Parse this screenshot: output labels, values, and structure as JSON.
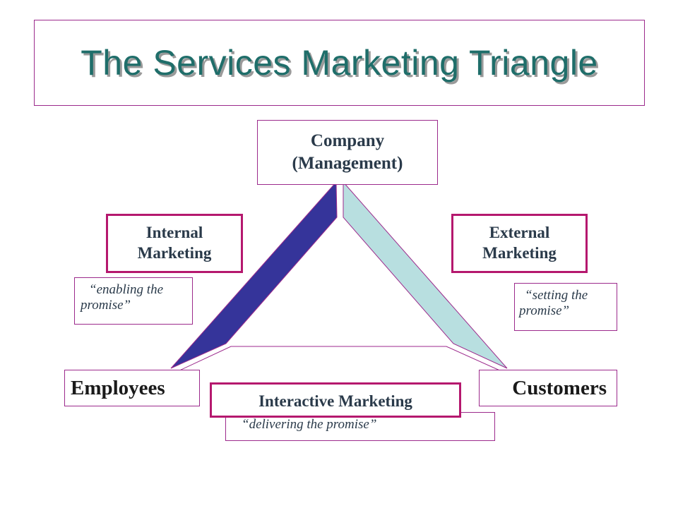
{
  "title": "The Services Marketing Triangle",
  "nodes": {
    "company_line1": "Company",
    "company_line2": "(Management)",
    "employees": "Employees",
    "customers": "Customers"
  },
  "marketing": {
    "internal_line1": "Internal",
    "internal_line2": "Marketing",
    "external_line1": "External",
    "external_line2": "Marketing",
    "interactive": "Interactive Marketing"
  },
  "quotes": {
    "enabling_line1": "“enabling the",
    "enabling_line2": "promise”",
    "setting_line1": "“setting the",
    "setting_line2": "promise”",
    "delivering": "“delivering the promise”"
  },
  "colors": {
    "left_side": "#35349a",
    "right_side": "#b8dfe0",
    "outline": "#9c2a8c",
    "accent_border": "#b5186e",
    "title": "#1f6e6a"
  }
}
